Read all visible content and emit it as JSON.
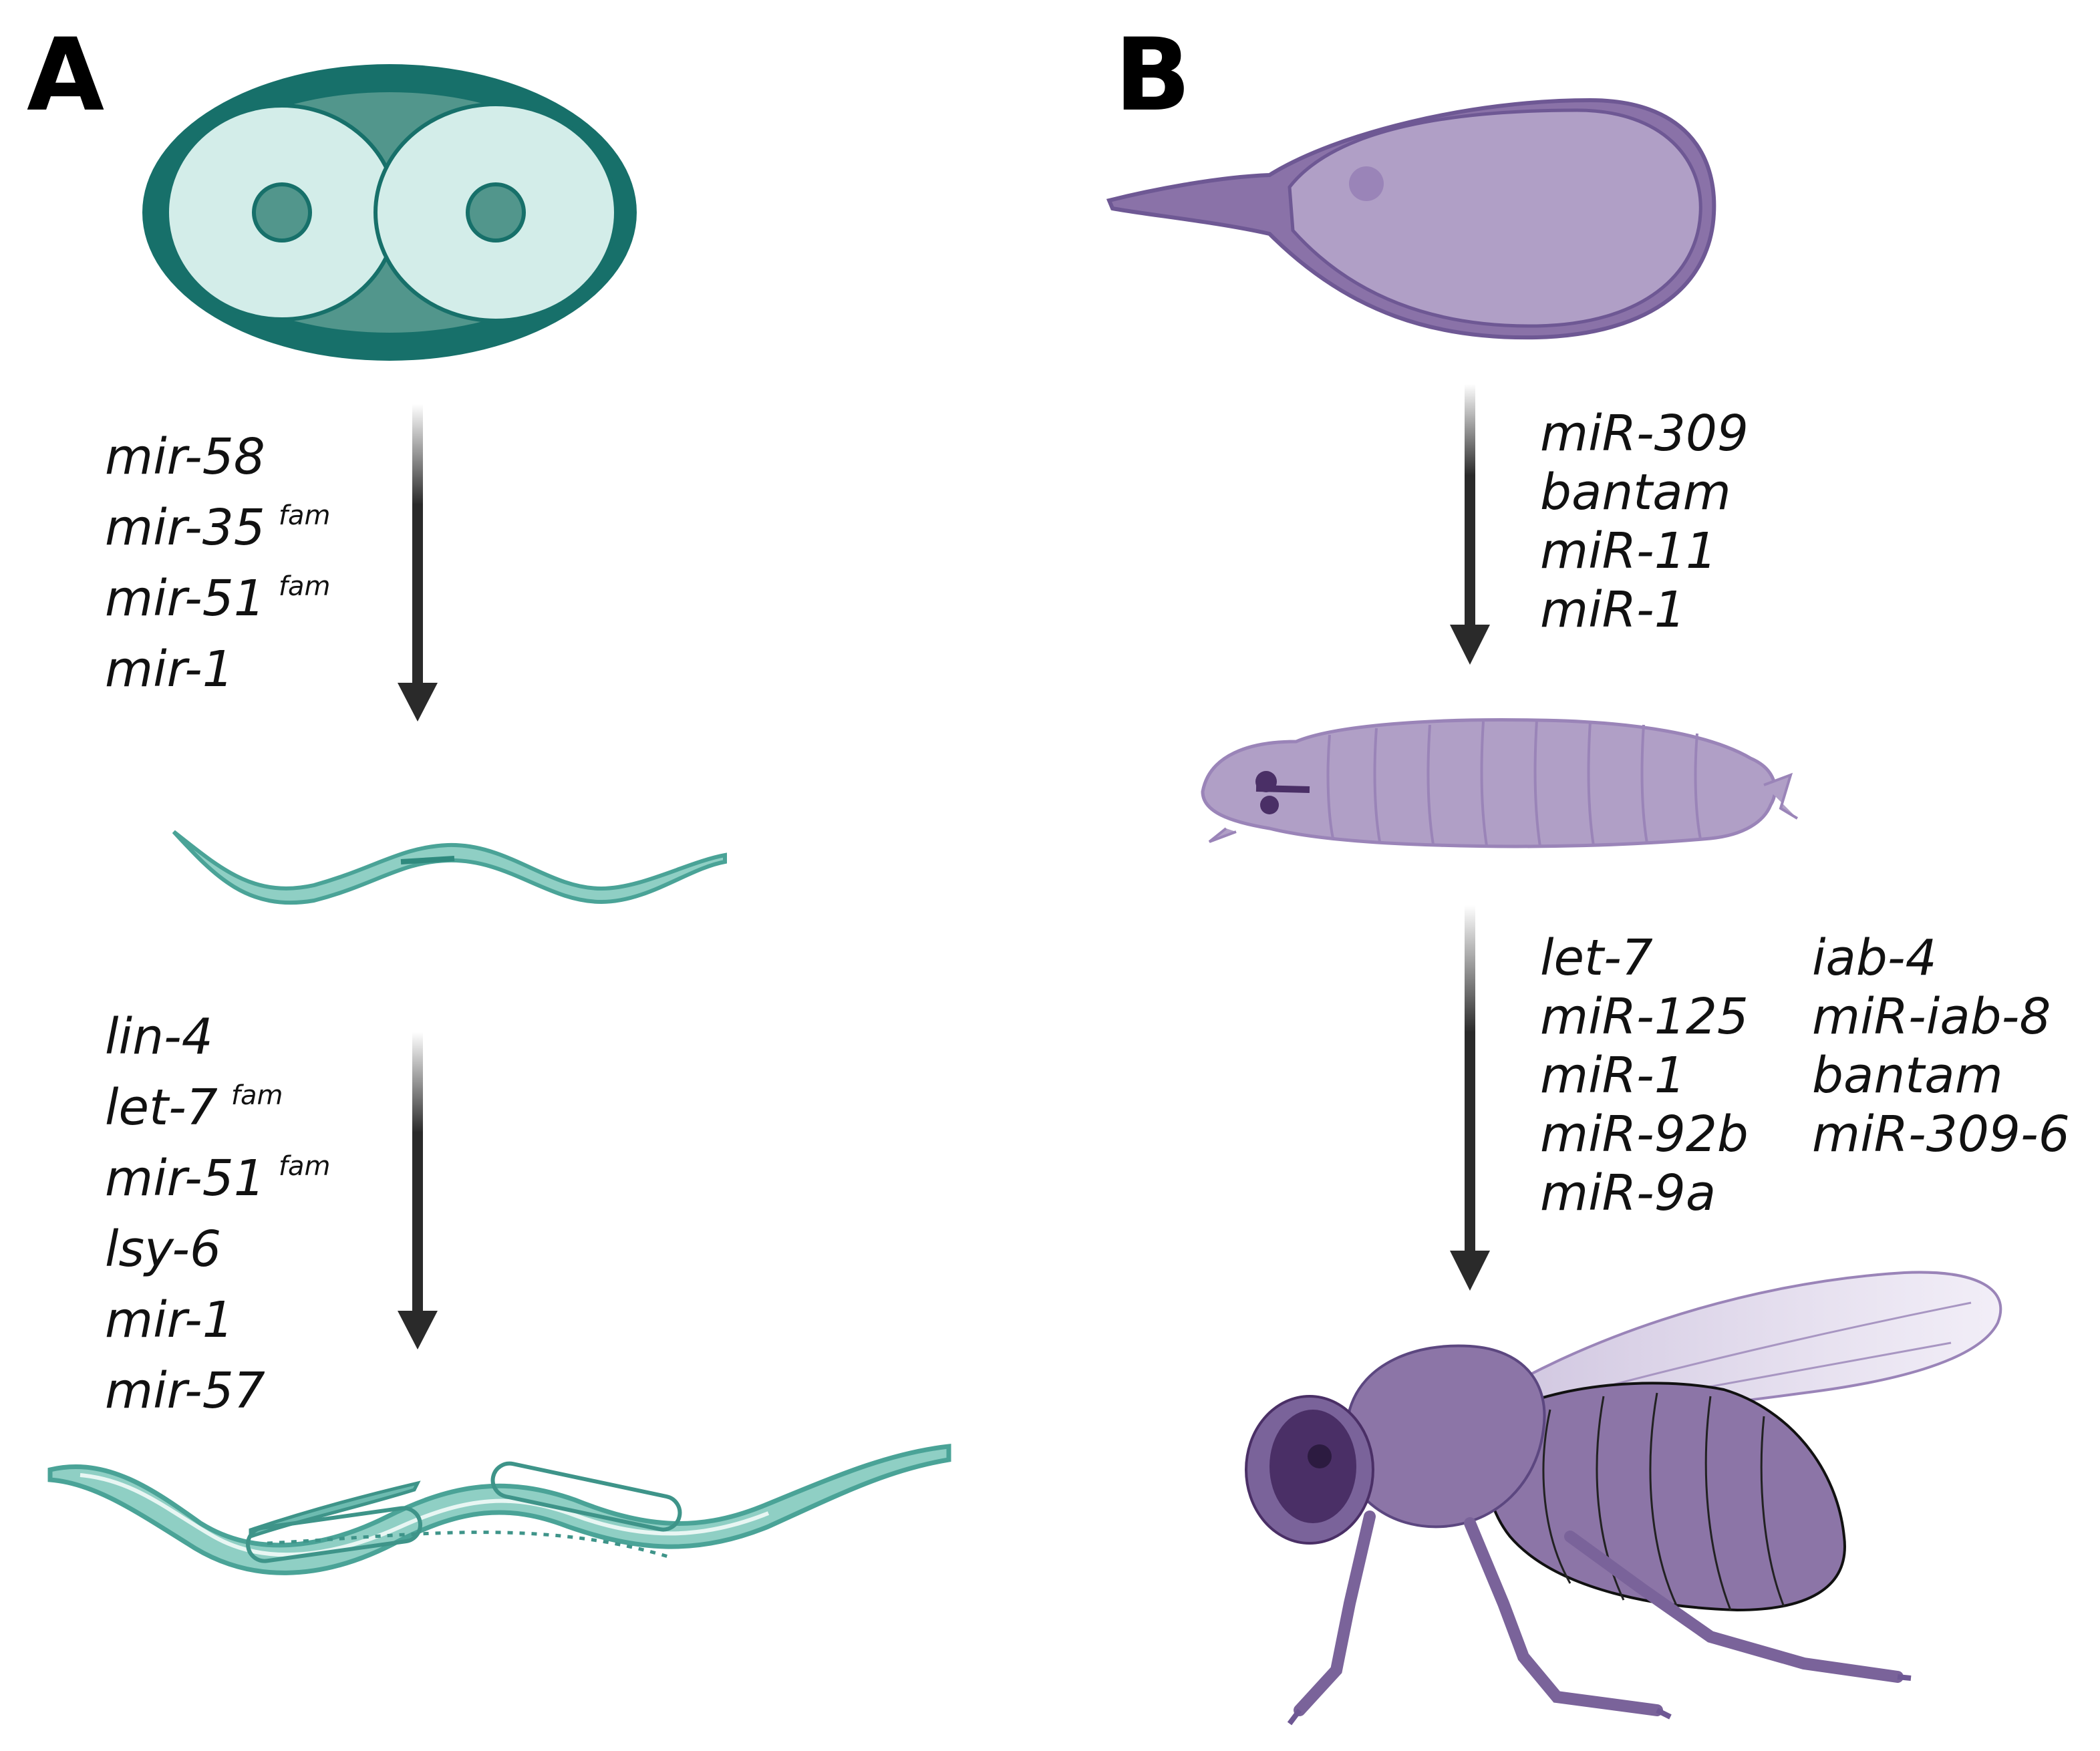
{
  "panels": {
    "a": {
      "letter": "A",
      "stage1_mirnas": [
        {
          "name": "mir-58",
          "sup": ""
        },
        {
          "name": "mir-35",
          "sup": "fam"
        },
        {
          "name": "mir-51",
          "sup": "fam"
        },
        {
          "name": "mir-1",
          "sup": ""
        }
      ],
      "stage2_mirnas": [
        {
          "name": "lin-4",
          "sup": ""
        },
        {
          "name": "let-7",
          "sup": "fam"
        },
        {
          "name": "mir-51",
          "sup": "fam"
        },
        {
          "name": "lsy-6",
          "sup": ""
        },
        {
          "name": "mir-1",
          "sup": ""
        },
        {
          "name": "mir-57",
          "sup": ""
        }
      ],
      "colors": {
        "dark": "#17706a",
        "mid": "#52968c",
        "light": "#d3ede9",
        "worm": "#6dbbb0"
      }
    },
    "b": {
      "letter": "B",
      "stage1_mirnas": [
        "miR-309",
        "bantam",
        "miR-11",
        "miR-1"
      ],
      "stage2_col1": [
        "let-7",
        "miR-125",
        "miR-1",
        "miR-92b",
        "miR-9a"
      ],
      "stage2_col2": [
        "iab-4",
        "miR-iab-8",
        "bantam",
        "miR-309-6"
      ],
      "colors": {
        "dark": "#6e5894",
        "mid": "#8a72a8",
        "light": "#b09fc6",
        "fly": "#8c75a7"
      }
    }
  }
}
